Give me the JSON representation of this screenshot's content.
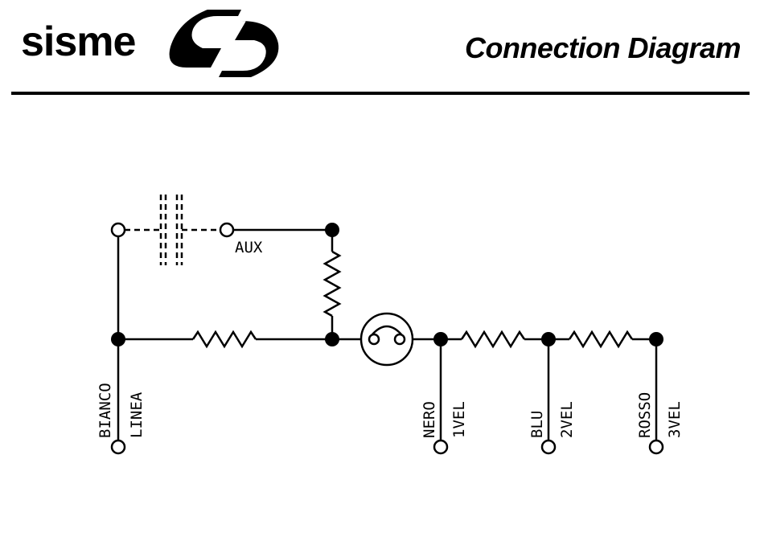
{
  "header": {
    "brand_name": "sisme",
    "title": "Connection Diagram"
  },
  "diagram": {
    "labels": {
      "aux": "AUX",
      "bianco": "BIANCO",
      "linea": "LINEA",
      "nero": "NERO",
      "vel1": "1VEL",
      "blu": "BLU",
      "vel2": "2VEL",
      "rosso": "ROSSO",
      "vel3": "3VEL"
    }
  },
  "colors": {
    "ink": "#000000",
    "background": "#ffffff"
  }
}
